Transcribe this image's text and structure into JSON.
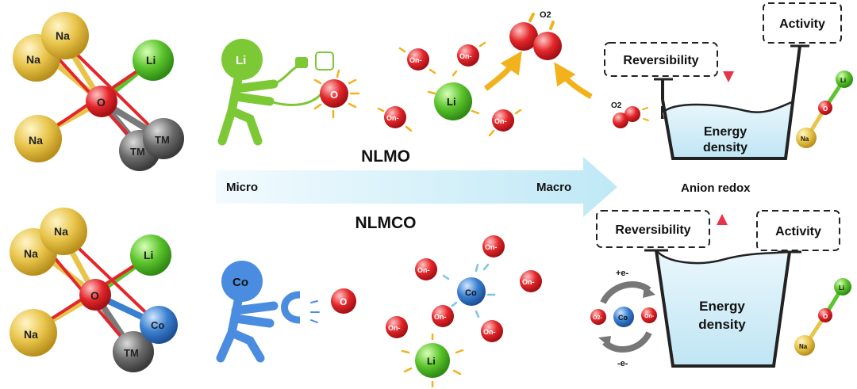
{
  "labels": {
    "title_top": "NLMO",
    "title_bottom": "NLMCO",
    "arrow_left": "Micro",
    "arrow_right": "Macro",
    "anion_redox": "Anion redox"
  },
  "atoms": {
    "na": "Na",
    "li": "Li",
    "o": "O",
    "tm": "TM",
    "co": "Co",
    "o_n": "On-",
    "o2": "O2",
    "o2_minus": "O2-"
  },
  "top_panel": {
    "reversibility": "Reversibility",
    "activity": "Activity",
    "energy_line1": "Energy",
    "energy_line2": "density"
  },
  "bottom_panel": {
    "reversibility": "Reversibility",
    "activity": "Activity",
    "energy_line1": "Energy",
    "energy_line2": "density",
    "plus_e": "+e-",
    "minus_e": "-e-"
  },
  "colors": {
    "na": "#e8c44a",
    "li": "#5cc42c",
    "o": "#e3262a",
    "tm": "#6b6b6b",
    "co": "#3a7fd0",
    "green_figure": "#7cc835",
    "blue_figure": "#4a8de0",
    "arrow": "#cdeef8",
    "beaker_fill": "#d6eef8",
    "spark": "#f2b21c"
  }
}
